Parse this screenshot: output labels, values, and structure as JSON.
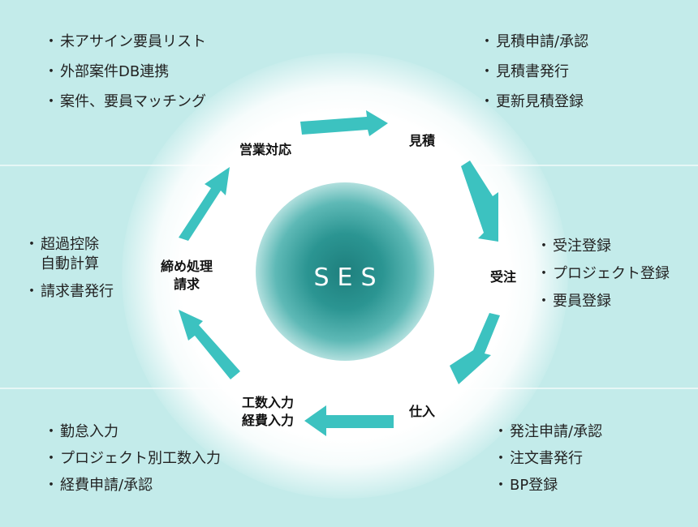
{
  "center_label": "SES",
  "stages": {
    "eigyo": "営業対応",
    "mitsumori": "見積",
    "juchu": "受注",
    "shiire": "仕入",
    "kosu_line1": "工数入力",
    "kosu_line2": "経費入力",
    "shime_line1": "締め処理",
    "shime_line2": "請求"
  },
  "lists": {
    "eigyo": [
      "未アサイン要員リスト",
      "外部案件DB連携",
      "案件、要員マッチング"
    ],
    "mitsumori": [
      "見積申請/承認",
      "見積書発行",
      "更新見積登録"
    ],
    "juchu": [
      "受注登録",
      "プロジェクト登録",
      "要員登録"
    ],
    "shiire": [
      "発注申請/承認",
      "注文書発行",
      "BP登録"
    ],
    "kosu": [
      "勤怠入力",
      "プロジェクト別工数入力",
      "経費申請/承認"
    ],
    "shime": [
      "超過控除\n自動計算",
      "請求書発行"
    ]
  },
  "colors": {
    "background": "#c3ebea",
    "arrow": "#3cc2c0",
    "core": "#2b9592"
  }
}
